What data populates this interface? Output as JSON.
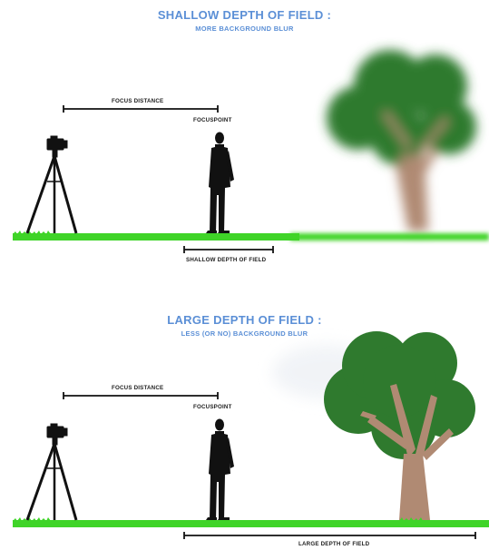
{
  "shallow": {
    "title": "SHALLOW DEPTH OF FIELD :",
    "subtitle": "MORE BACKGROUND BLUR",
    "focus_distance_label": "FOCUS DISTANCE",
    "focuspoint_label": "FOCUSPOINT",
    "dof_label": "SHALLOW DEPTH OF FIELD"
  },
  "large": {
    "title": "LARGE DEPTH OF FIELD :",
    "subtitle": "LESS (OR NO) BACKGROUND BLUR",
    "focus_distance_label": "FOCUS DISTANCE",
    "focuspoint_label": "FOCUSPOINT",
    "dof_label": "LARGE DEPTH OF FIELD"
  },
  "colors": {
    "heading": "#5b8fd6",
    "grass": "#3fd428",
    "tree_leaves": "#2f7a2e",
    "tree_trunk": "#b08a73",
    "silhouette": "#111111"
  }
}
